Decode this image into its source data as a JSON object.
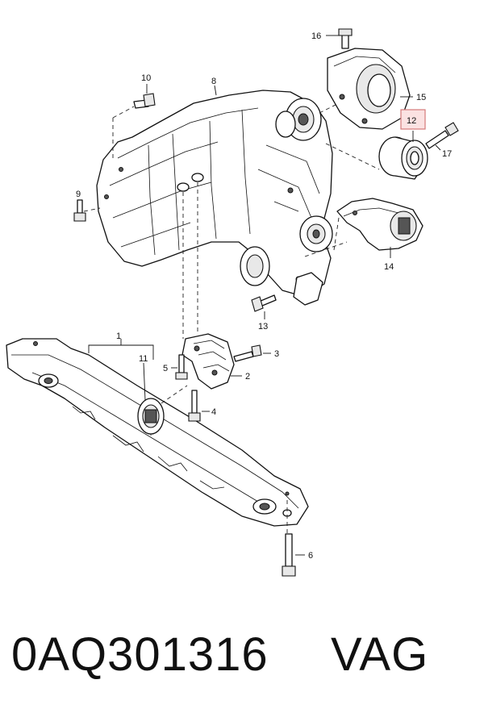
{
  "callouts": [
    "1",
    "2",
    "3",
    "4",
    "5",
    "6",
    "8",
    "9",
    "10",
    "11",
    "12",
    "13",
    "14",
    "15",
    "16",
    "17"
  ],
  "highlight": {
    "label": "12",
    "color": "#d47a7a"
  },
  "caption": {
    "part_number": "0AQ301316",
    "brand": "VAG"
  }
}
